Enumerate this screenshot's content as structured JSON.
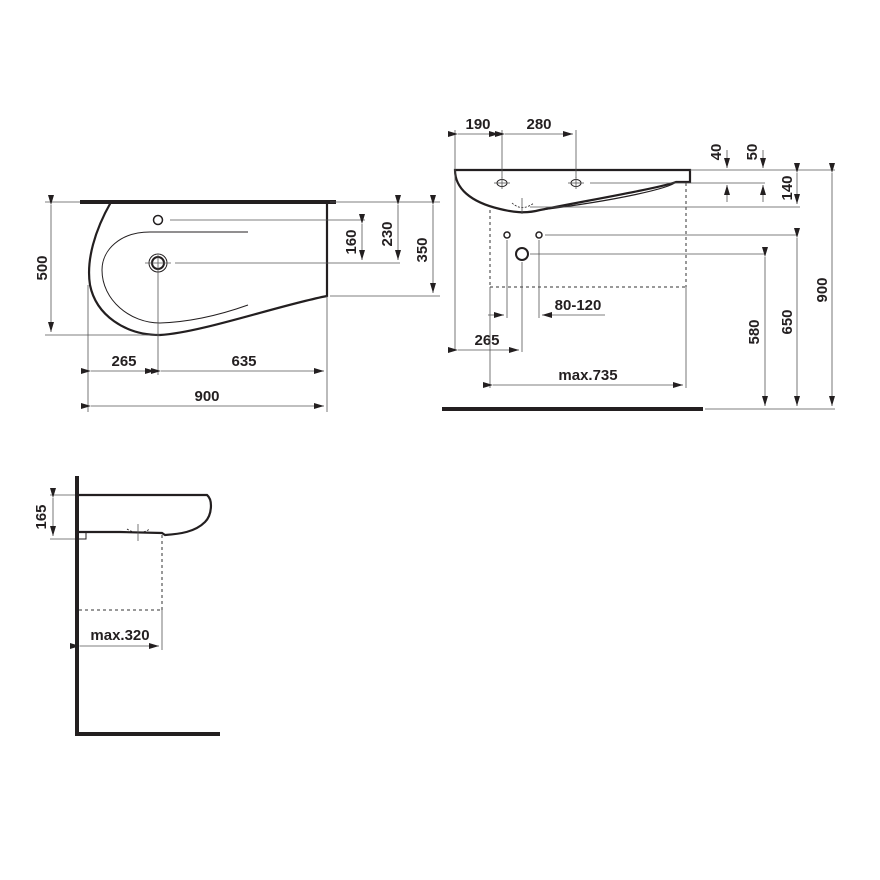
{
  "drawing": {
    "colors": {
      "ink": "#231f20",
      "dimension_line": "#555555",
      "background": "#ffffff"
    },
    "top_view": {
      "dimensions": {
        "depth_total": "500",
        "left_to_drain": "265",
        "drain_to_right": "635",
        "width_total": "900",
        "tap_to_drain": "160",
        "wall_to_drain": "230",
        "wall_to_right_edge": "350"
      }
    },
    "front_view": {
      "dimensions": {
        "left_to_tap": "190",
        "tap_spacing": "280",
        "rim_to_tap_axis": "40",
        "rim_to_overflow": "50",
        "basin_height": "140",
        "left_to_drain": "265",
        "supply_spacing": "80-120",
        "pedestal_max_width": "max.735",
        "drain_height": "580",
        "supply_height": "650",
        "rim_height": "900"
      }
    },
    "side_view": {
      "dimensions": {
        "basin_depth": "165",
        "pedestal_max_depth": "max.320"
      }
    }
  }
}
